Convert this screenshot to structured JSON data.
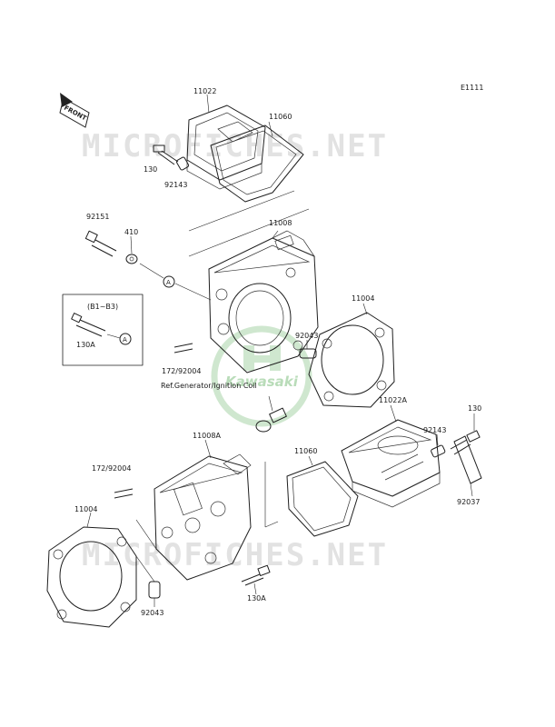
{
  "diagram_code": "E1111",
  "watermark_text": "MICROFICHES.NET",
  "watermark_logo_text": "Kawasaki",
  "front_label": "FRONT",
  "callout_marker": "A",
  "note_range": "(B1~B3)",
  "ref_note": "Ref.Generator/Ignition Coil",
  "parts": {
    "p11022_top": "11022",
    "p11060_top": "11060",
    "p130_top": "130",
    "p92143_top": "92143",
    "p92151": "92151",
    "p410": "410",
    "p11008": "11008",
    "p11004_right": "11004",
    "p130A_box": "130A",
    "p92043_mid": "92043",
    "p172_mid": "172/92004",
    "p11022A": "11022A",
    "p130_right": "130",
    "p92143_right": "92143",
    "p11008A": "11008A",
    "p11060_low": "11060",
    "p172_low": "172/92004",
    "p11004_left": "11004",
    "p92037": "92037",
    "p130A_low": "130A",
    "p92043_low": "92043"
  }
}
